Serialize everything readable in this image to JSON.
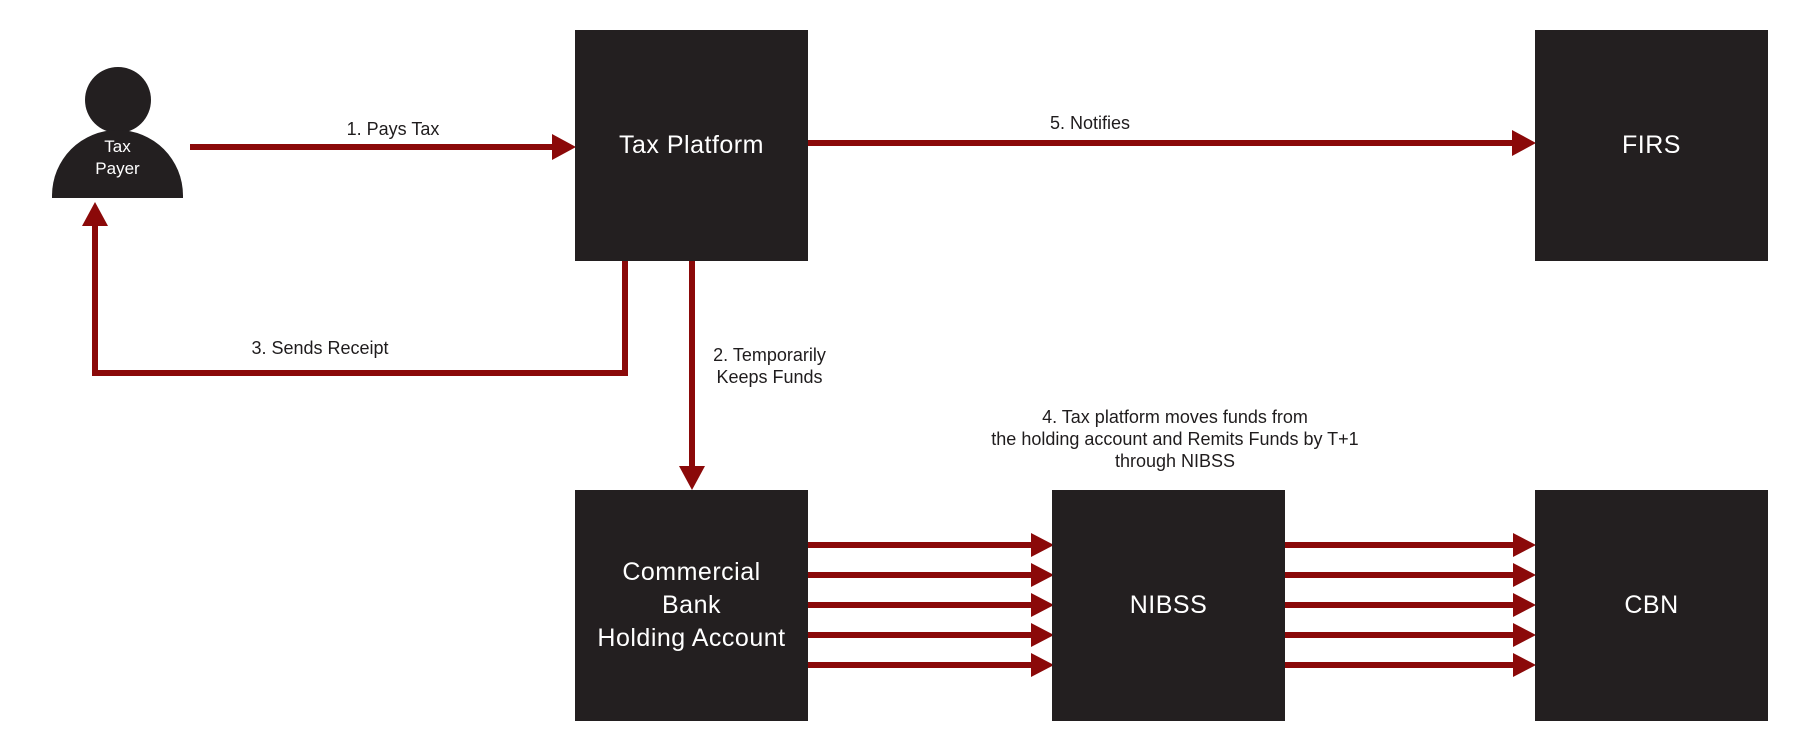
{
  "colors": {
    "arrow": "#8B0909",
    "box_bg": "#231F20",
    "box_text": "#FFFFFF",
    "label_text": "#1F1C1D",
    "background": "#FFFFFF"
  },
  "nodes": {
    "tax_payer": {
      "lines": [
        "Tax",
        "Payer"
      ]
    },
    "tax_platform": {
      "label": "Tax Platform"
    },
    "firs": {
      "label": "FIRS"
    },
    "commercial_bank": {
      "lines": [
        "Commercial",
        "Bank",
        "Holding Account"
      ]
    },
    "nibss": {
      "label": "NIBSS"
    },
    "cbn": {
      "label": "CBN"
    }
  },
  "edges": {
    "pays_tax": {
      "label": "1. Pays Tax"
    },
    "keeps_funds": {
      "lines": [
        "2. Temporarily",
        "Keeps Funds"
      ]
    },
    "sends_receipt": {
      "label": "3. Sends Receipt"
    },
    "remits_funds": {
      "lines": [
        "4. Tax platform moves funds from",
        "the holding account and Remits Funds by T+1",
        "through NIBSS"
      ]
    },
    "notifies": {
      "label": "5. Notifies"
    }
  }
}
